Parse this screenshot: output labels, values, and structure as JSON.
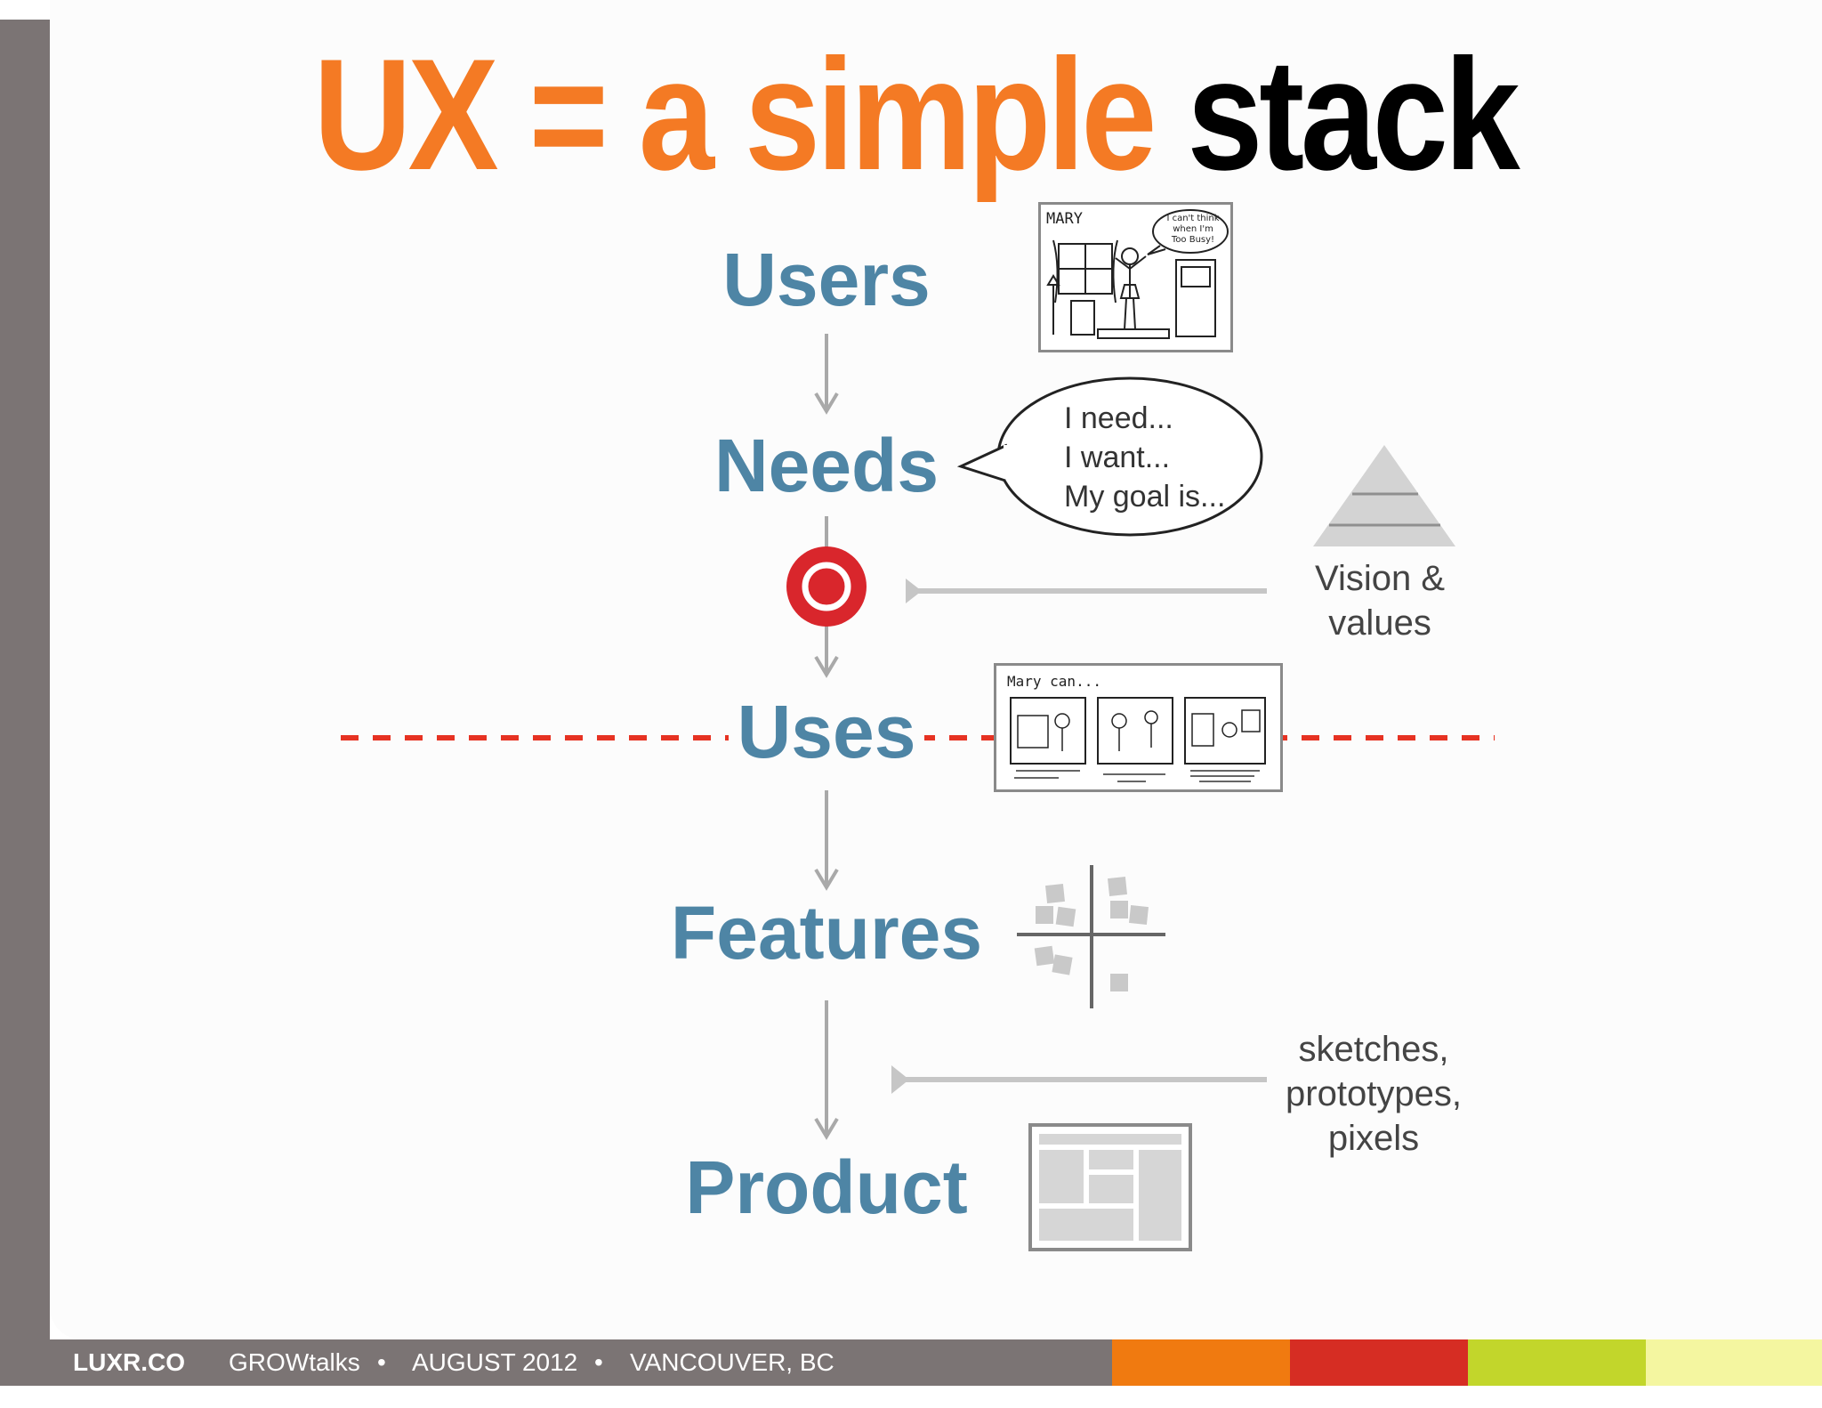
{
  "title": {
    "orange_part": "UX = a simple",
    "black_part": "stack",
    "orange_color": "#f47a24",
    "black_color": "#000000"
  },
  "stack": {
    "label_color": "#4e85a5",
    "items": [
      "Users",
      "Needs",
      "Uses",
      "Features",
      "Product"
    ]
  },
  "speech_bubble": {
    "lines": [
      "I need...",
      "I want...",
      "My goal is..."
    ]
  },
  "annotations": {
    "vision": [
      "Vision &",
      "values"
    ],
    "design": [
      "sketches,",
      "prototypes,",
      "pixels"
    ]
  },
  "sketch_users": {
    "name": "MARY",
    "speech": [
      "I can't think",
      "when I'm",
      "Too Busy!"
    ]
  },
  "sketch_uses": {
    "heading": "Mary can..."
  },
  "marker": {
    "color": "#d9262c",
    "line_color": "#e63222"
  },
  "footer": {
    "brand": "LUXR.CO",
    "event": "GROWtalks",
    "date": "AUGUST 2012",
    "location": "VANCOUVER, BC",
    "bar_color": "#7b7474",
    "stripe_colors": [
      "#f07a10",
      "#d62d23",
      "#c2d62b",
      "#f4f6a0"
    ]
  }
}
